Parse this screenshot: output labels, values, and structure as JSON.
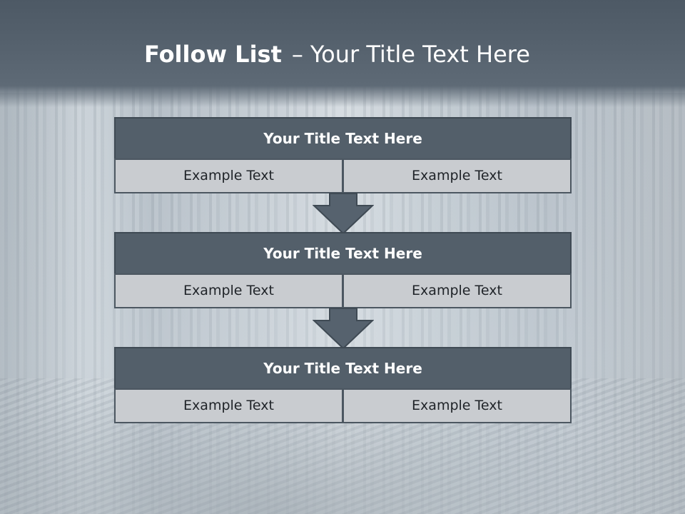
{
  "slide": {
    "title_bold": "Follow List",
    "title_separator": "–",
    "title_rest": "Your Title Text Here"
  },
  "blocks": [
    {
      "title": "Your Title Text Here",
      "cells": [
        "Example Text",
        "Example Text"
      ]
    },
    {
      "title": "Your Title Text Here",
      "cells": [
        "Example Text",
        "Example Text"
      ]
    },
    {
      "title": "Your Title Text Here",
      "cells": [
        "Example Text",
        "Example Text"
      ]
    }
  ],
  "colors": {
    "header_band": "#56626e",
    "block_title_fill": "#535f6a",
    "block_cell_fill": "#c9ccd0",
    "arrow_fill": "#56626e",
    "border": "#3f4a54"
  },
  "icons": {
    "flow_arrow": "arrow-down-icon"
  }
}
